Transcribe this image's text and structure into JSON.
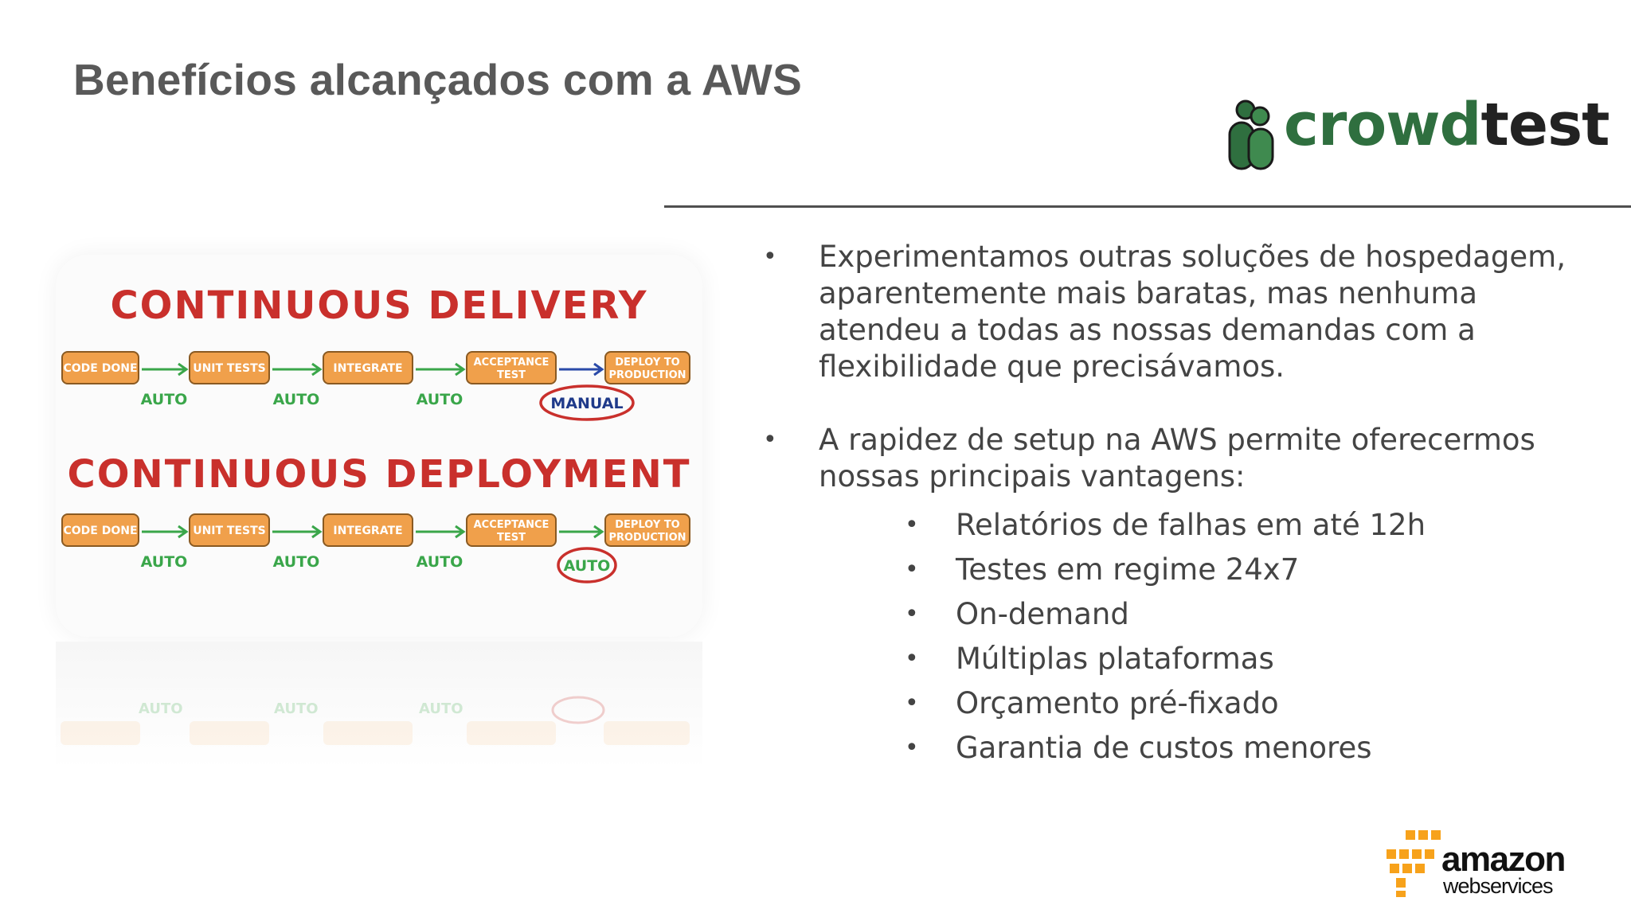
{
  "slide": {
    "title": "Benefícios alcançados com a AWS"
  },
  "logos": {
    "crowdtest": {
      "part1": "crowd",
      "part2": "test",
      "color_green": "#2f6f3f"
    },
    "aws": {
      "line1": "amazon",
      "line2": "webservices",
      "cube_color": "#f7a21b"
    }
  },
  "diagram": {
    "delivery_title": "CONTINUOUS DELIVERY",
    "deployment_title": "CONTINUOUS DEPLOYMENT",
    "steps": [
      "CODE DONE",
      "UNIT TESTS",
      "INTEGRATE",
      "ACCEPTANCE TEST",
      "DEPLOY TO PRODUCTION"
    ],
    "auto_label": "AUTO",
    "manual_label": "MANUAL",
    "box_color": "#f0a04b",
    "arrow_color": "#3aa64a",
    "circle_color": "#c9302c"
  },
  "bullets": [
    {
      "text": "Experimentamos outras soluções de hospedagem, aparentemente mais baratas, mas nenhuma atendeu a todas as nossas demandas com a flexibilidade que precisávamos."
    },
    {
      "text": "A rapidez de setup na AWS permite oferecermos nossas principais vantagens:",
      "sub": [
        "Relatórios de falhas em até 12h",
        "Testes em regime 24x7",
        "On-demand",
        "Múltiplas plataformas",
        "Orçamento pré-fixado",
        "Garantia de custos menores"
      ]
    }
  ]
}
